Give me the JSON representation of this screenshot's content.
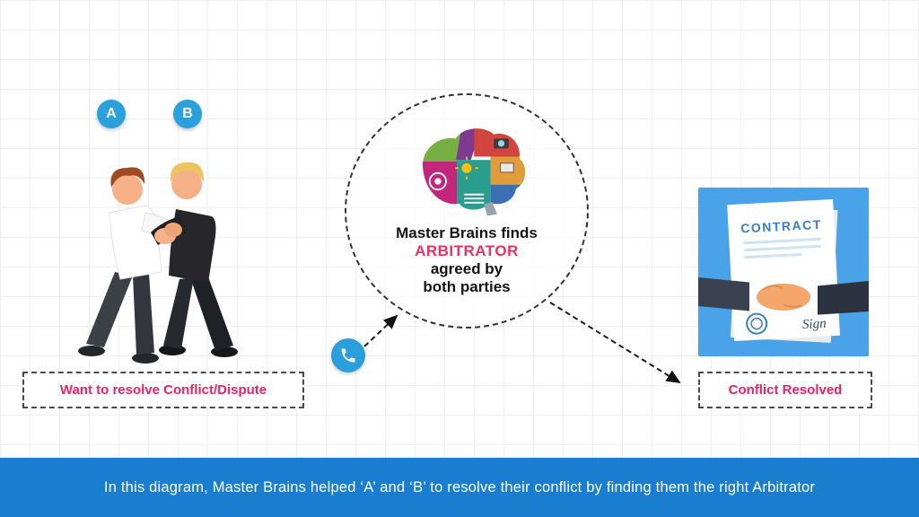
{
  "badges": {
    "a": "A",
    "b": "B"
  },
  "left_box": {
    "label": "Want to resolve Conflict/Dispute"
  },
  "right_box": {
    "label": "Conflict Resolved"
  },
  "hub": {
    "line1": "Master Brains finds",
    "line2": "ARBITRATOR",
    "line3": "agreed by",
    "line4": "both parties"
  },
  "contract": {
    "title": "CONTRACT",
    "signature": "Sign"
  },
  "banner": {
    "text": "In this diagram, Master Brains helped ‘A’ and ‘B’ to resolve their conflict by finding them the right Arbitrator"
  },
  "colors": {
    "accent_pink": "#ed2265",
    "badge_blue": "#2aa0dc",
    "banner_blue": "#1a7ed0",
    "contract_blue": "#4aa3e8"
  }
}
